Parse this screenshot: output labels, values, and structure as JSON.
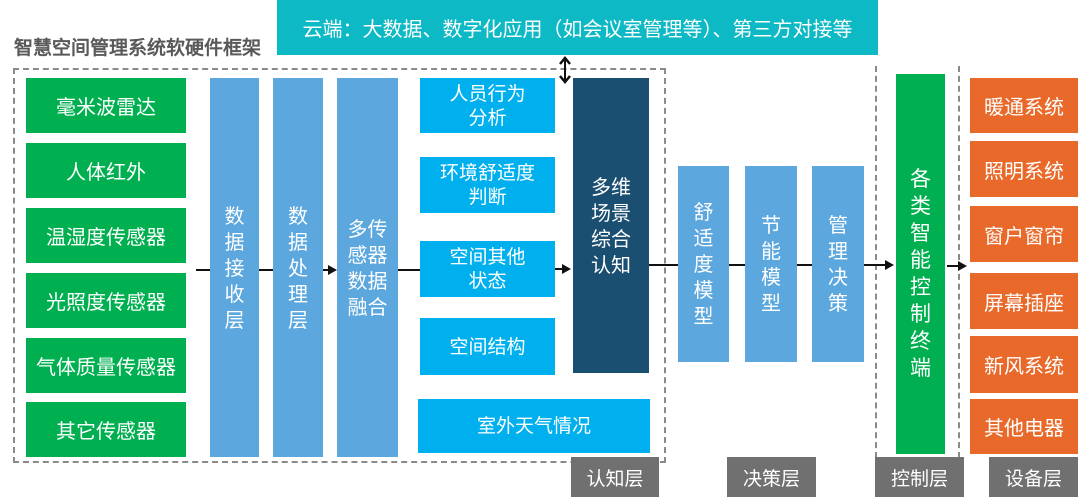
{
  "title": "智慧空间管理系统软硬件框架",
  "cloud": {
    "label": "云端：大数据、数字化应用（如会议室管理等）、第三方对接等"
  },
  "sensors": [
    {
      "label": "毫米波雷达"
    },
    {
      "label": "人体红外"
    },
    {
      "label": "温湿度传感器"
    },
    {
      "label": "光照度传感器"
    },
    {
      "label": "气体质量传感器"
    },
    {
      "label": "其它传感器"
    }
  ],
  "processing": [
    {
      "label": "数据接收层"
    },
    {
      "label": "数据处理层"
    },
    {
      "label": "多传感器数据融合"
    }
  ],
  "cognition_items": [
    {
      "label": "人员行为分析"
    },
    {
      "label": "环境舒适度判断"
    },
    {
      "label": "空间其他状态"
    },
    {
      "label": "空间结构"
    },
    {
      "label": "室外天气情况"
    }
  ],
  "cognition_core": {
    "label": "多维场景综合认知"
  },
  "decision": [
    {
      "label": "舒适度模型"
    },
    {
      "label": "节能模型"
    },
    {
      "label": "管理决策"
    }
  ],
  "control": {
    "label": "各类智能控制终端"
  },
  "devices": [
    {
      "label": "暖通系统"
    },
    {
      "label": "照明系统"
    },
    {
      "label": "窗户窗帘"
    },
    {
      "label": "屏幕插座"
    },
    {
      "label": "新风系统"
    },
    {
      "label": "其他电器"
    }
  ],
  "layers": [
    {
      "label": "认知层"
    },
    {
      "label": "决策层"
    },
    {
      "label": "控制层"
    },
    {
      "label": "设备层"
    }
  ],
  "colors": {
    "cloud": "#0CB9C5",
    "sensor": "#00B050",
    "processing": "#5BA7DE",
    "cognition": "#00B0EE",
    "cognition_core": "#1B4F72",
    "control": "#00B050",
    "device": "#E8692A",
    "layer_label": "#707070"
  }
}
